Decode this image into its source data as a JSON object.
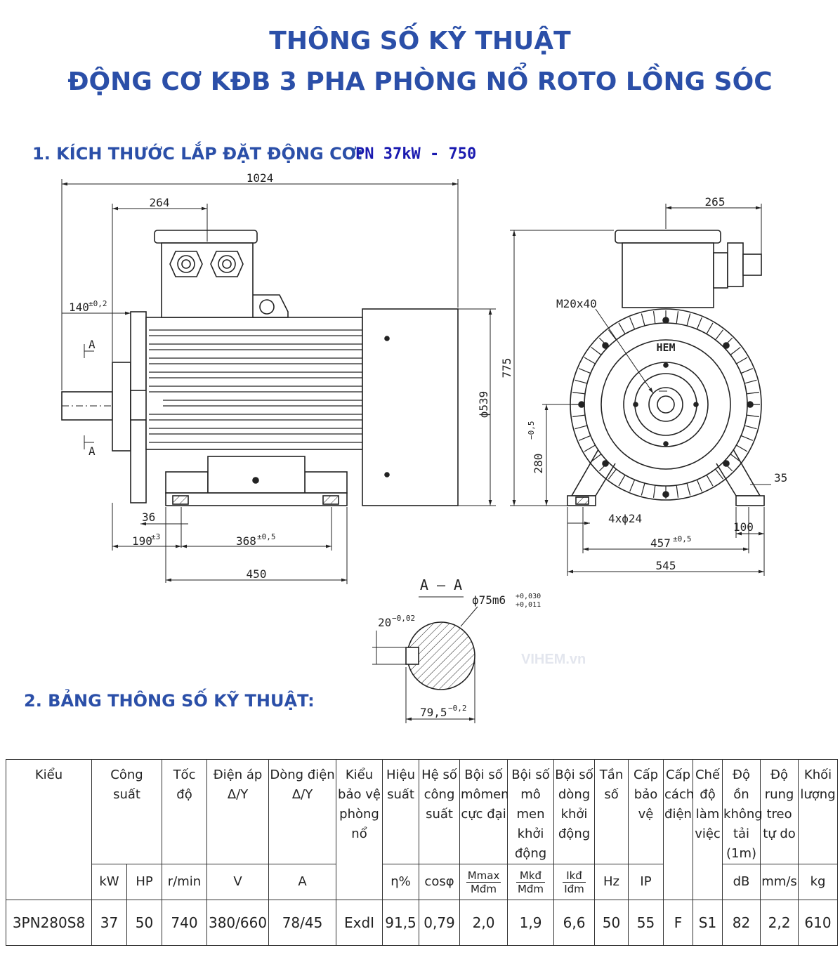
{
  "title": {
    "line1": "THÔNG SỐ KỸ THUẬT",
    "line2": "ĐỘNG CƠ KĐB 3 PHA PHÒNG NỔ ROTO LỒNG SÓC"
  },
  "section1": {
    "heading": "1. KÍCH THƯỚC LẮP ĐẶT ĐỘNG CƠ:",
    "model": "PN 37kW - 750"
  },
  "section2": {
    "heading": "2. BẢNG THÔNG SỐ KỸ THUẬT:"
  },
  "watermark": "VIHEM.vn",
  "drawing": {
    "dim_overall_length": "1024",
    "dim_264": "264",
    "dim_140": "140",
    "tol_140": "±0,2",
    "section_mark": "A",
    "dim_36": "36",
    "dim_190": "190",
    "tol_190": "±3",
    "dim_368": "368",
    "tol_368": "±0,5",
    "dim_450": "450",
    "dim_diameter": "ϕ539",
    "dim_265": "265",
    "dim_775": "775",
    "dim_280": "280",
    "tol_280": "−0,5",
    "thread": "M20x40",
    "logo": "HEM",
    "dim_35": "35",
    "dim_holes": "4xϕ24",
    "dim_100": "100",
    "dim_457": "457",
    "tol_457": "±0,5",
    "dim_545": "545",
    "section_title": "A – A",
    "shaft_dia": "ϕ75m6",
    "shaft_tol_upper": "+0,030",
    "shaft_tol_lower": "+0,011",
    "key_width": "20",
    "key_tol": "−0,02",
    "shaft_depth": "79,5",
    "shaft_depth_tol": "−0,2"
  },
  "table": {
    "headers": {
      "kieu": "Kiểu",
      "cong_suat_l1": "Công",
      "cong_suat_l2": "suất",
      "toc_do_l1": "Tốc",
      "toc_do_l2": "độ",
      "dien_ap_l1": "Điện áp",
      "dien_ap_l2": "Δ/Y",
      "dong_dien_l1": "Dòng điện",
      "dong_dien_l2": "Δ/Y",
      "kieu_bao_ve_l1": "Kiểu",
      "kieu_bao_ve_l2": "bảo vệ",
      "kieu_bao_ve_l3": "phòng",
      "kieu_bao_ve_l4": "nổ",
      "hieu_suat_l1": "Hiệu",
      "hieu_suat_l2": "suất",
      "he_so_l1": "Hệ số",
      "he_so_l2": "công",
      "he_so_l3": "suất",
      "boi_so_mm_l1": "Bội số",
      "boi_so_mm_l2": "mômen",
      "boi_so_mm_l3": "cực đại",
      "boi_so_mk_l1": "Bội số",
      "boi_so_mk_l2": "mô men",
      "boi_so_mk_l3": "khởi",
      "boi_so_mk_l4": "động",
      "boi_so_dk_l1": "Bội số",
      "boi_so_dk_l2": "dòng",
      "boi_so_dk_l3": "khởi",
      "boi_so_dk_l4": "động",
      "tan_so_l1": "Tần",
      "tan_so_l2": "số",
      "cap_bao_ve_l1": "Cấp",
      "cap_bao_ve_l2": "bảo",
      "cap_bao_ve_l3": "vệ",
      "cap_cach_dien_l1": "Cấp",
      "cap_cach_dien_l2": "cách",
      "cap_cach_dien_l3": "điện",
      "che_do_l1": "Chế",
      "che_do_l2": "độ",
      "che_do_l3": "làm",
      "che_do_l4": "việc",
      "do_on_l1": "Độ ồn",
      "do_on_l2": "không",
      "do_on_l3": "tải (1m)",
      "do_rung_l1": "Độ",
      "do_rung_l2": "rung",
      "do_rung_l3": "treo",
      "do_rung_l4": "tự do",
      "khoi_luong_l1": "Khối",
      "khoi_luong_l2": "lượng"
    },
    "units": {
      "kw": "kW",
      "hp": "HP",
      "rpm": "r/min",
      "v": "V",
      "a": "A",
      "eff": "η%",
      "cos": "cosφ",
      "mmax_top": "Mmax",
      "mmax_bot": "Mđm",
      "mkd_top": "Mkđ",
      "mkd_bot": "Mđm",
      "ikd_top": "Ikđ",
      "ikd_bot": "Iđm",
      "hz": "Hz",
      "ip": "IP",
      "db": "dB",
      "mms": "mm/s",
      "kg": "kg"
    },
    "row": {
      "kieu": "3PN280S8",
      "kw": "37",
      "hp": "50",
      "rpm": "740",
      "voltage": "380/660",
      "current": "78/45",
      "protection": "ExdI",
      "efficiency": "91,5",
      "cos_phi": "0,79",
      "max_torque": "2,0",
      "start_torque": "1,9",
      "start_current": "6,6",
      "frequency": "50",
      "ip": "55",
      "insulation": "F",
      "duty": "S1",
      "noise": "82",
      "vibration": "2,2",
      "weight": "610"
    }
  }
}
